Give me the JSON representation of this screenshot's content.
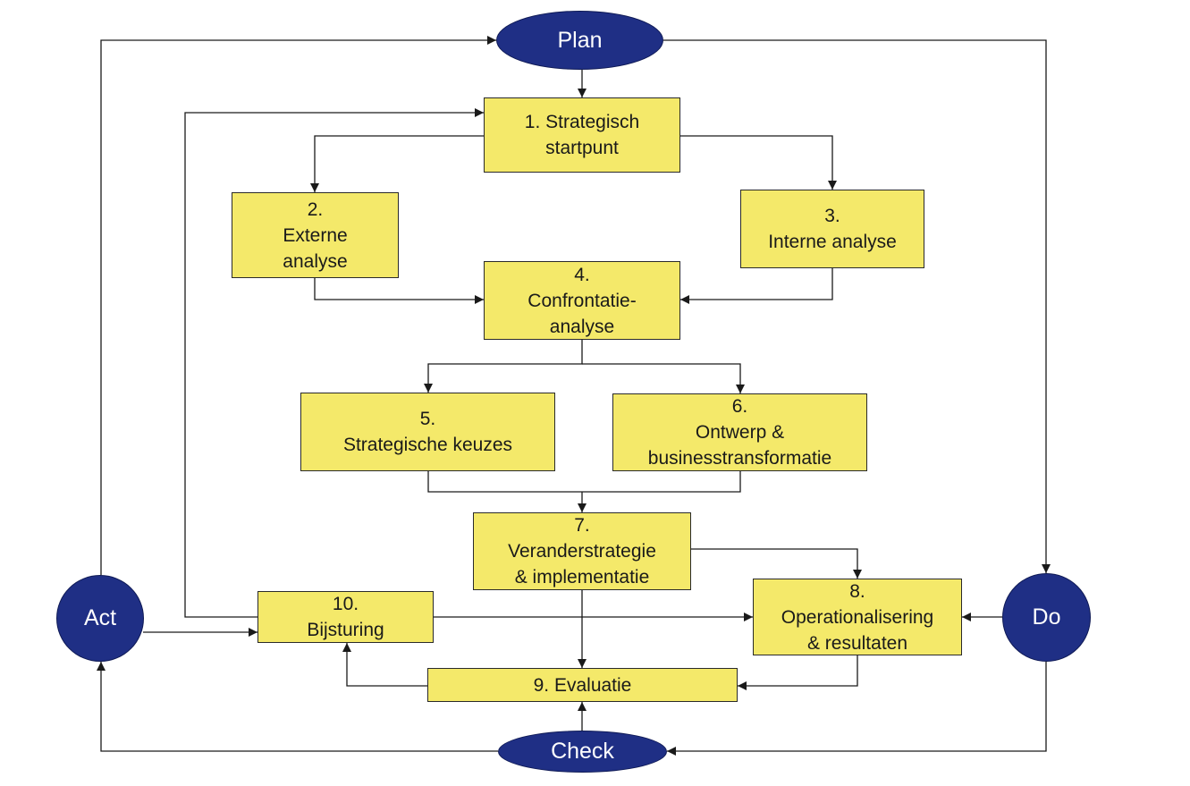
{
  "colors": {
    "box_fill": "#f4e96a",
    "node_fill": "#1f2f85",
    "line": "#1a1a1a"
  },
  "cycle": {
    "plan": "Plan",
    "do": "Do",
    "check": "Check",
    "act": "Act"
  },
  "steps": {
    "s1": [
      "1. Strategisch",
      "startpunt"
    ],
    "s2": [
      "2.",
      "Externe",
      "analyse"
    ],
    "s3": [
      "3.",
      "Interne analyse"
    ],
    "s4": [
      "4.",
      "Confrontatie-",
      "analyse"
    ],
    "s5": [
      "5.",
      "Strategische keuzes"
    ],
    "s6": [
      "6.",
      "Ontwerp &",
      "businesstransformatie"
    ],
    "s7": [
      "7.",
      "Veranderstrategie",
      "& implementatie"
    ],
    "s8": [
      "8.",
      "Operationalisering",
      "& resultaten"
    ],
    "s9": [
      "9. Evaluatie"
    ],
    "s10": [
      "10.",
      "Bijsturing"
    ]
  }
}
